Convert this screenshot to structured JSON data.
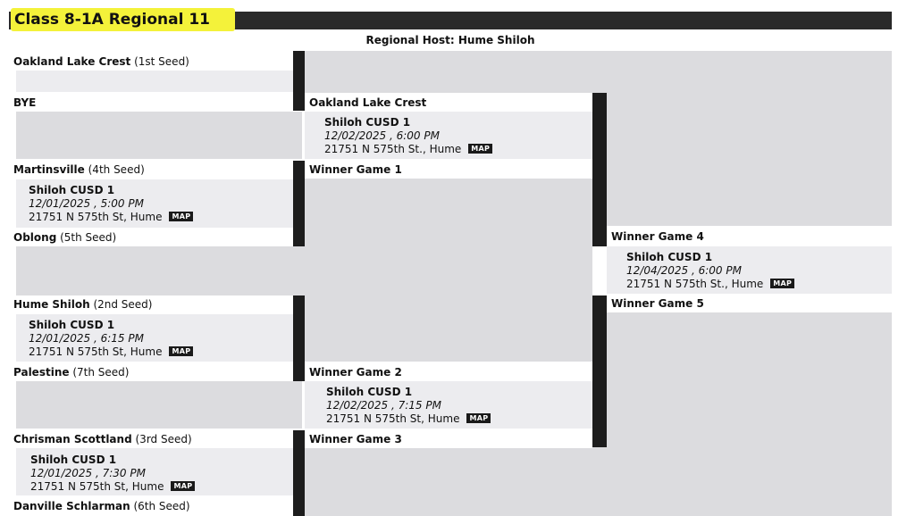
{
  "header": {
    "title": "Class 8-1A Regional 11",
    "host": "Regional Host: Hume Shiloh"
  },
  "round1": [
    {
      "name": "Oakland Lake Crest",
      "seed": "(1st Seed)"
    },
    {
      "name": "BYE",
      "seed": ""
    },
    {
      "name": "Martinsville",
      "seed": "(4th Seed)"
    },
    {
      "name": "Oblong",
      "seed": "(5th Seed)"
    },
    {
      "name": "Hume Shiloh",
      "seed": "(2nd Seed)"
    },
    {
      "name": "Palestine",
      "seed": "(7th Seed)"
    },
    {
      "name": "Chrisman Scottland",
      "seed": "(3rd Seed)"
    },
    {
      "name": "Danville Schlarman",
      "seed": "(6th Seed)"
    }
  ],
  "round1_games": [
    {
      "location": "Shiloh CUSD 1",
      "datetime": "12/01/2025 , 5:00 PM",
      "address": "21751 N 575th St, Hume",
      "map": "MAP"
    },
    {
      "location": "Shiloh CUSD 1",
      "datetime": "12/01/2025 , 6:15 PM",
      "address": "21751 N 575th St, Hume",
      "map": "MAP"
    },
    {
      "location": "Shiloh CUSD 1",
      "datetime": "12/01/2025 , 7:30 PM",
      "address": "21751 N 575th St, Hume",
      "map": "MAP"
    }
  ],
  "round2": [
    {
      "name": "Oakland Lake Crest"
    },
    {
      "name": "Winner Game 1"
    },
    {
      "name": "Winner Game 2"
    },
    {
      "name": "Winner Game 3"
    }
  ],
  "round2_games": [
    {
      "location": "Shiloh CUSD 1",
      "datetime": "12/02/2025 , 6:00 PM",
      "address": "21751 N 575th St., Hume",
      "map": "MAP"
    },
    {
      "location": "Shiloh CUSD 1",
      "datetime": "12/02/2025 , 7:15 PM",
      "address": "21751 N 575th St, Hume",
      "map": "MAP"
    }
  ],
  "round3": [
    {
      "name": "Winner Game 4"
    },
    {
      "name": "Winner Game 5"
    }
  ],
  "round3_games": [
    {
      "location": "Shiloh CUSD 1",
      "datetime": "12/04/2025 , 6:00 PM",
      "address": "21751 N 575th St., Hume",
      "map": "MAP"
    }
  ]
}
